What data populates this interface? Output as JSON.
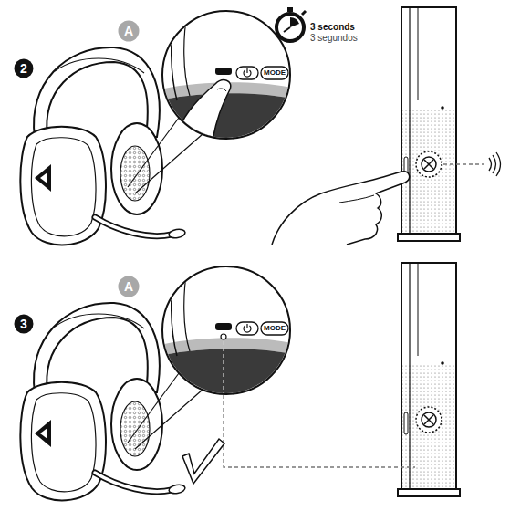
{
  "diagram": {
    "nodes": [
      {
        "text": [
          "2"
        ]
      },
      {
        "text": [
          "A"
        ]
      },
      {
        "text": [
          "3"
        ]
      },
      {
        "text": [
          "A"
        ]
      }
    ],
    "labels": [
      "3 seconds",
      "3 segundos",
      "MODE",
      "MODE"
    ]
  }
}
